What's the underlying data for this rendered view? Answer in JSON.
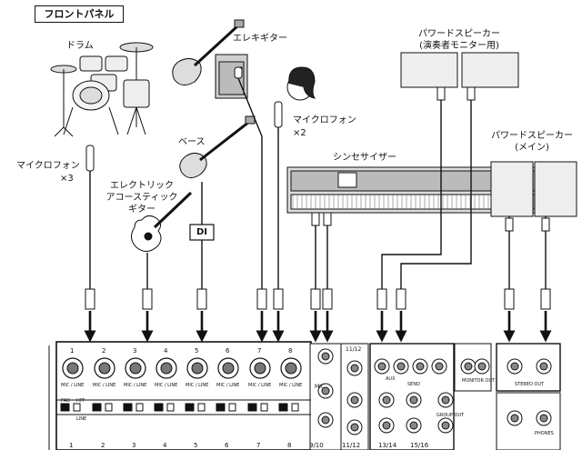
{
  "header": {
    "title": "フロントパネル"
  },
  "sources": {
    "drums": "ドラム",
    "electric_guitar": "エレキギター",
    "vocal_mic_count": "×2",
    "vocal_mic": "マイクロフォン",
    "bass": "ベース",
    "drum_mic": "マイクロフォン",
    "drum_mic_count": "×3",
    "acoustic_guitar": [
      "エレクトリック",
      "アコースティック",
      "ギター"
    ],
    "di_box": "DI",
    "synth": "シンセサイザー"
  },
  "speakers": {
    "monitor_title": "パワードスピーカー",
    "monitor_sub": "(演奏者モニター用)",
    "main_title": "パワードスピーカー",
    "main_sub": "(メイン)"
  },
  "panel": {
    "channel_numbers": [
      "1",
      "2",
      "3",
      "4",
      "5",
      "6",
      "7",
      "8"
    ],
    "mic_line_label": "MIC / LINE",
    "group_labels": [
      "1",
      "2",
      "3",
      "4",
      "5",
      "6",
      "7",
      "8",
      "9/10",
      "11/12",
      "13/14",
      "15/16"
    ],
    "section_labels": {
      "mic": "MIC",
      "stereo_ch": "11/12",
      "aux": "AUX",
      "send": "SEND",
      "monitor_out": "MONITOR OUT",
      "group_out": "GROUP OUT",
      "stereo_out": "STEREO OUT",
      "phones": "PHONES",
      "pad": "PAD",
      "hpf": "HPF",
      "line": "LINE"
    }
  }
}
